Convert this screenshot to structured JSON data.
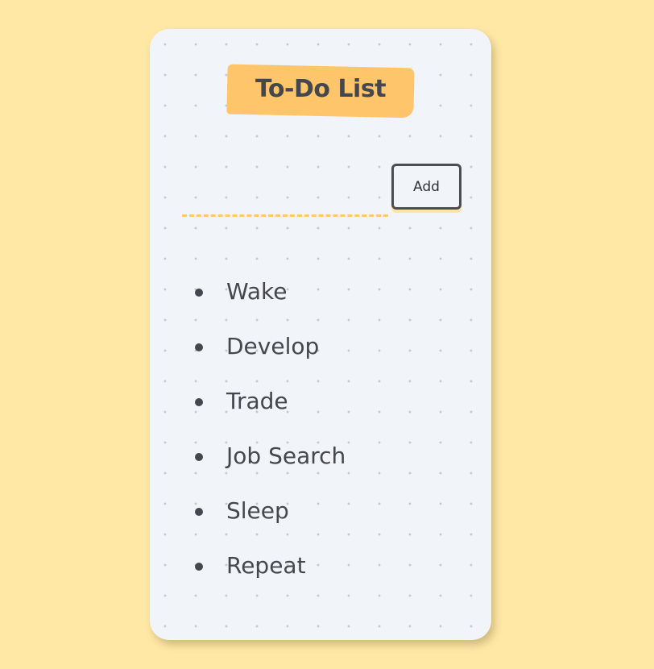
{
  "header": {
    "title": "To-Do List"
  },
  "form": {
    "input_value": "",
    "input_placeholder": "",
    "add_label": "Add"
  },
  "tasks": [
    {
      "label": "Wake"
    },
    {
      "label": "Develop"
    },
    {
      "label": "Trade"
    },
    {
      "label": "Job Search"
    },
    {
      "label": "Sleep"
    },
    {
      "label": "Repeat"
    }
  ],
  "colors": {
    "page_background": "#ffe8a5",
    "card_background": "#f1f4f8",
    "title_highlight": "#ffc56a",
    "input_underline": "#ffca6a",
    "text": "#44474d",
    "button_border": "#4a4d52"
  },
  "icons": {
    "bullet": "bullet-dot-icon"
  }
}
